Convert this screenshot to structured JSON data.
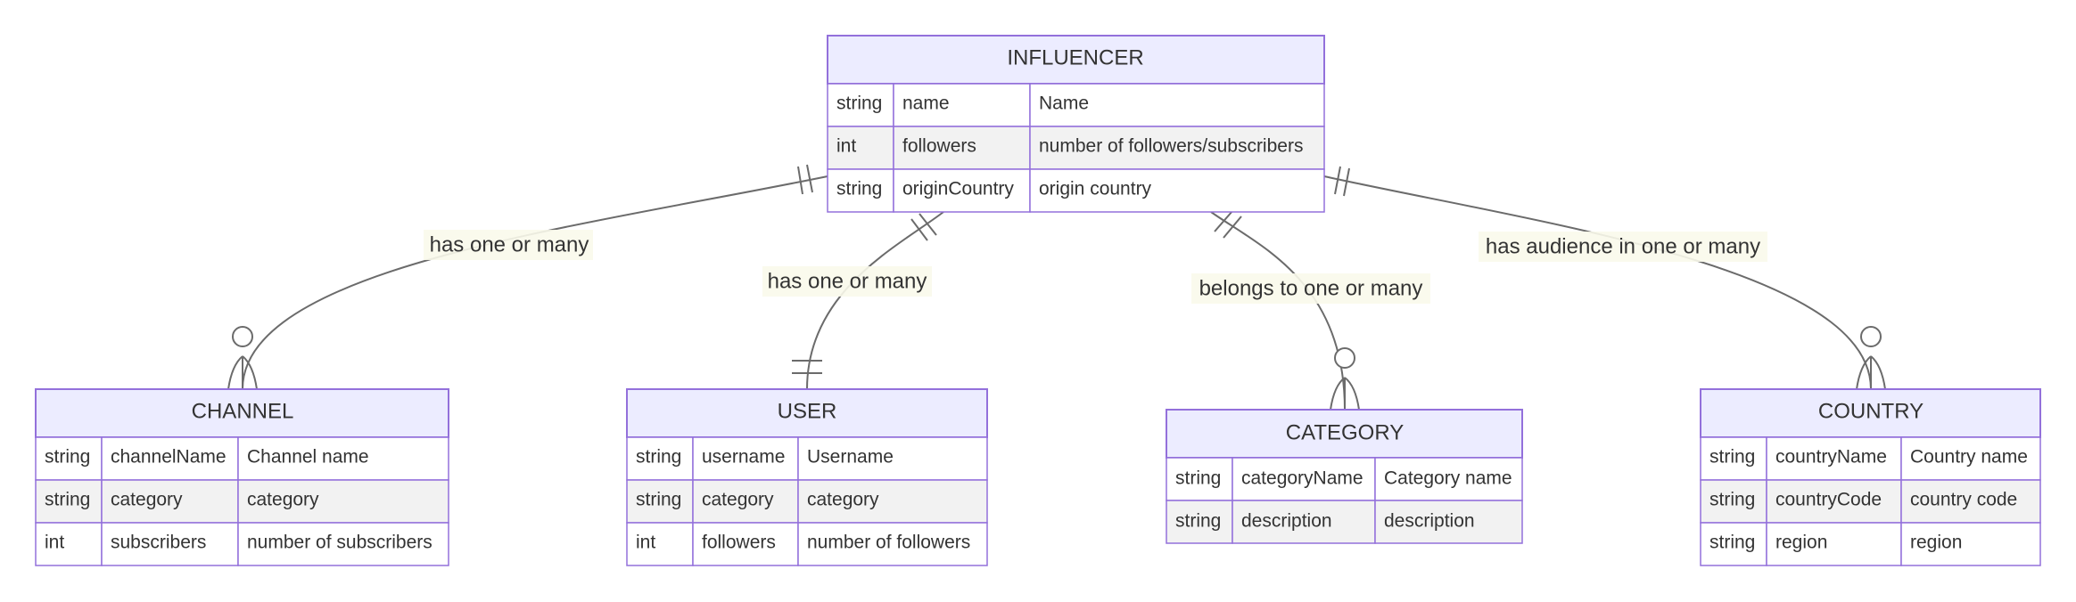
{
  "entities": {
    "influencer": {
      "name": "INFLUENCER",
      "attributes": [
        {
          "type": "string",
          "name": "name",
          "comment": "Name"
        },
        {
          "type": "int",
          "name": "followers",
          "comment": "number of followers/subscribers"
        },
        {
          "type": "string",
          "name": "originCountry",
          "comment": "origin country"
        }
      ]
    },
    "channel": {
      "name": "CHANNEL",
      "attributes": [
        {
          "type": "string",
          "name": "channelName",
          "comment": "Channel name"
        },
        {
          "type": "string",
          "name": "category",
          "comment": "category"
        },
        {
          "type": "int",
          "name": "subscribers",
          "comment": "number of subscribers"
        }
      ]
    },
    "user": {
      "name": "USER",
      "attributes": [
        {
          "type": "string",
          "name": "username",
          "comment": "Username"
        },
        {
          "type": "string",
          "name": "category",
          "comment": "category"
        },
        {
          "type": "int",
          "name": "followers",
          "comment": "number of followers"
        }
      ]
    },
    "category": {
      "name": "CATEGORY",
      "attributes": [
        {
          "type": "string",
          "name": "categoryName",
          "comment": "Category name"
        },
        {
          "type": "string",
          "name": "description",
          "comment": "description"
        }
      ]
    },
    "country": {
      "name": "COUNTRY",
      "attributes": [
        {
          "type": "string",
          "name": "countryName",
          "comment": "Country name"
        },
        {
          "type": "string",
          "name": "countryCode",
          "comment": "country code"
        },
        {
          "type": "string",
          "name": "region",
          "comment": "region"
        }
      ]
    }
  },
  "relationships": {
    "influencer_channel": {
      "label": "has one or many",
      "from_cardinality": "exactly-one",
      "to_cardinality": "zero-or-many"
    },
    "influencer_user": {
      "label": "has one or many",
      "from_cardinality": "exactly-one",
      "to_cardinality": "exactly-one"
    },
    "influencer_category": {
      "label": "belongs to one or many",
      "from_cardinality": "exactly-one",
      "to_cardinality": "zero-or-many"
    },
    "influencer_country": {
      "label": "has audience in one or many",
      "from_cardinality": "exactly-one",
      "to_cardinality": "zero-or-many"
    }
  },
  "colors": {
    "entity_header": "#ECECFF",
    "entity_border": "#9370DB",
    "row_alt": "#F2F2F2",
    "line": "#6b6b6b",
    "label_bg": "#FAFAEB"
  }
}
